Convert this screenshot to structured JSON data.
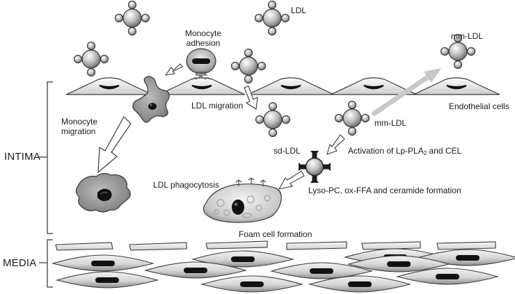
{
  "labels": {
    "ldl": "LDL",
    "monocyte_adhesion_line1": "Monocyte",
    "monocyte_adhesion_line2": "adhesion",
    "mm_ldl_top": "mm-LDL",
    "ldl_migration": "LDL migration",
    "endothelial_cells": "Endothelial cells",
    "monocyte_migration_line1": "Monocyte",
    "monocyte_migration_line2": "migration",
    "mm_ldl_mid": "mm-LDL",
    "sd_ldl": "sd-LDL",
    "activation_prefix": "Activation of Lp-PLA",
    "activation_subscript": "2",
    "activation_suffix": " and CEL",
    "ldl_phagocytosis": "LDL phagocytosis",
    "lyso_pc": "Lyso-PC, ox-FFA and ceramide formation",
    "foam_cell_formation": "Foam cell formation",
    "intima": "INTIMA",
    "media": "MEDIA"
  },
  "colors": {
    "stroke": "#3a3a3a",
    "cell_fill_light": "#f4f4f4",
    "cell_fill_dark": "#8a8a8a",
    "nucleus": "#111111",
    "big_arrow_grey": "#c8c8c8",
    "sd_ldl_fill": "#1e1e1e"
  },
  "icons": {
    "ldl_particle": "ldl-particle-icon",
    "monocyte": "monocyte-icon",
    "macrophage": "macrophage-icon",
    "foam_cell": "foam-cell-icon",
    "smooth_muscle_cell": "smooth-muscle-cell-icon"
  }
}
